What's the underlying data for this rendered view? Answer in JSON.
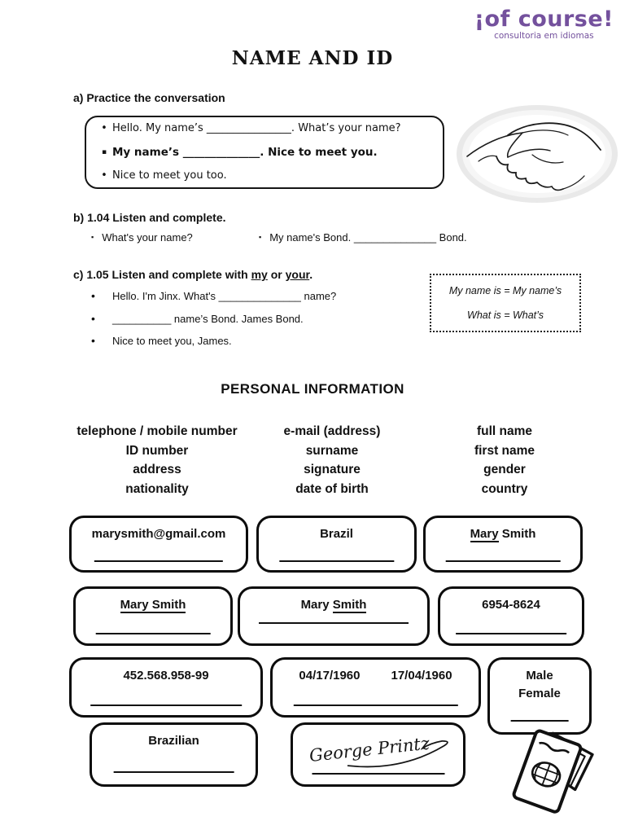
{
  "logo": {
    "main": "¡of course!",
    "sub": "consultoria em idiomas",
    "color": "#74519d"
  },
  "title": "NAME AND ID",
  "section_a": {
    "label": "a) Practice the conversation",
    "lines": [
      {
        "bullet": "round",
        "bold": false,
        "text": "Hello. My name’s ________________. What’s your name?"
      },
      {
        "bullet": "square",
        "bold": true,
        "text": "My name’s ______________. Nice to meet you."
      },
      {
        "bullet": "round",
        "bold": false,
        "text": "Nice to meet you too."
      }
    ]
  },
  "section_b": {
    "label": "b) 1.04 Listen and complete.",
    "items": [
      "What's your name?",
      "My name's Bond. ______________ Bond."
    ]
  },
  "section_c": {
    "label_parts": [
      {
        "t": "c) 1.05 Listen and complete with "
      },
      {
        "t": "my",
        "u": true
      },
      {
        "t": " or "
      },
      {
        "t": "your",
        "u": true
      },
      {
        "t": "."
      }
    ],
    "items": [
      "Hello. I'm Jinx. What's ______________ name?",
      "__________ name’s Bond. James Bond.",
      "Nice to meet you, James."
    ],
    "hint_lines": [
      "My name is = My name’s",
      "What is = What’s"
    ]
  },
  "personal_info": {
    "heading": "PERSONAL INFORMATION",
    "word_columns": [
      [
        "telephone / mobile number",
        "ID number",
        "address",
        "nationality"
      ],
      [
        "e-mail (address)",
        "surname",
        "signature",
        "date of birth"
      ],
      [
        "full name",
        "first name",
        "gender",
        "country"
      ]
    ],
    "answer_boxes": [
      {
        "id": "email",
        "rows": [
          [
            {
              "t": "marysmith@gmail.com"
            }
          ]
        ]
      },
      {
        "id": "country",
        "rows": [
          [
            {
              "t": "Brazil"
            }
          ]
        ]
      },
      {
        "id": "full_name_a",
        "rows": [
          [
            {
              "t": "Mary",
              "u": true
            },
            {
              "t": " Smith"
            }
          ]
        ]
      },
      {
        "id": "full_name_b",
        "rows": [
          [
            {
              "t": "Mary Smith",
              "u": true
            }
          ]
        ]
      },
      {
        "id": "surname",
        "rows": [
          [
            {
              "t": "Mary "
            },
            {
              "t": "Smith",
              "u": true
            }
          ]
        ]
      },
      {
        "id": "phone",
        "rows": [
          [
            {
              "t": "6954-8624"
            }
          ]
        ]
      },
      {
        "id": "id_number",
        "rows": [
          [
            {
              "t": "452.568.958-99"
            }
          ]
        ]
      },
      {
        "id": "date_of_birth",
        "gap": true,
        "rows": [
          [
            {
              "t": "04/17/1960"
            },
            {
              "t": "17/04/1960"
            }
          ]
        ]
      },
      {
        "id": "gender",
        "rows": [
          [
            {
              "t": "Male"
            }
          ],
          [
            {
              "t": "Female"
            }
          ]
        ]
      },
      {
        "id": "nationality",
        "rows": [
          [
            {
              "t": "Brazilian"
            }
          ]
        ]
      },
      {
        "id": "signature",
        "rows": []
      }
    ],
    "signature_text": "George Printz"
  },
  "icons": {
    "handshake": "handshake-sketch",
    "passport": "passport-booklet"
  }
}
